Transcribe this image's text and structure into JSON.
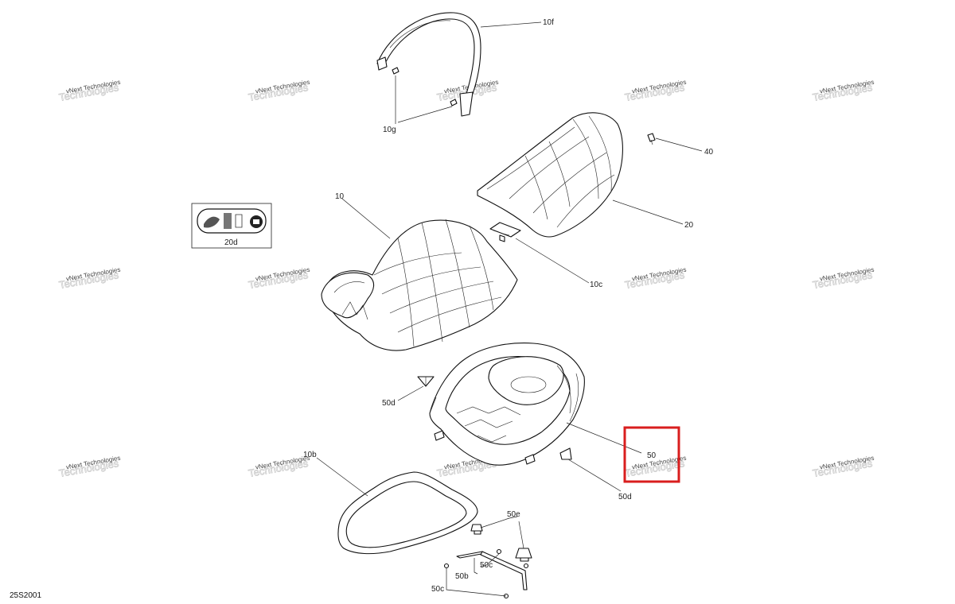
{
  "diagram": {
    "ref_code": "25S2001",
    "labels": {
      "10f": "10f",
      "10g": "10g",
      "40": "40",
      "10": "10",
      "20": "20",
      "20d": "20d",
      "10c": "10c",
      "50d_left": "50d",
      "50": "50",
      "50d_right": "50d",
      "10b": "10b",
      "50e": "50e",
      "50c_top": "50c",
      "50b": "50b",
      "50c_bottom": "50c"
    },
    "watermark": {
      "line1": "vNext Technologies",
      "line2": "Technologies"
    },
    "highlight_color": "#d91e1e"
  }
}
